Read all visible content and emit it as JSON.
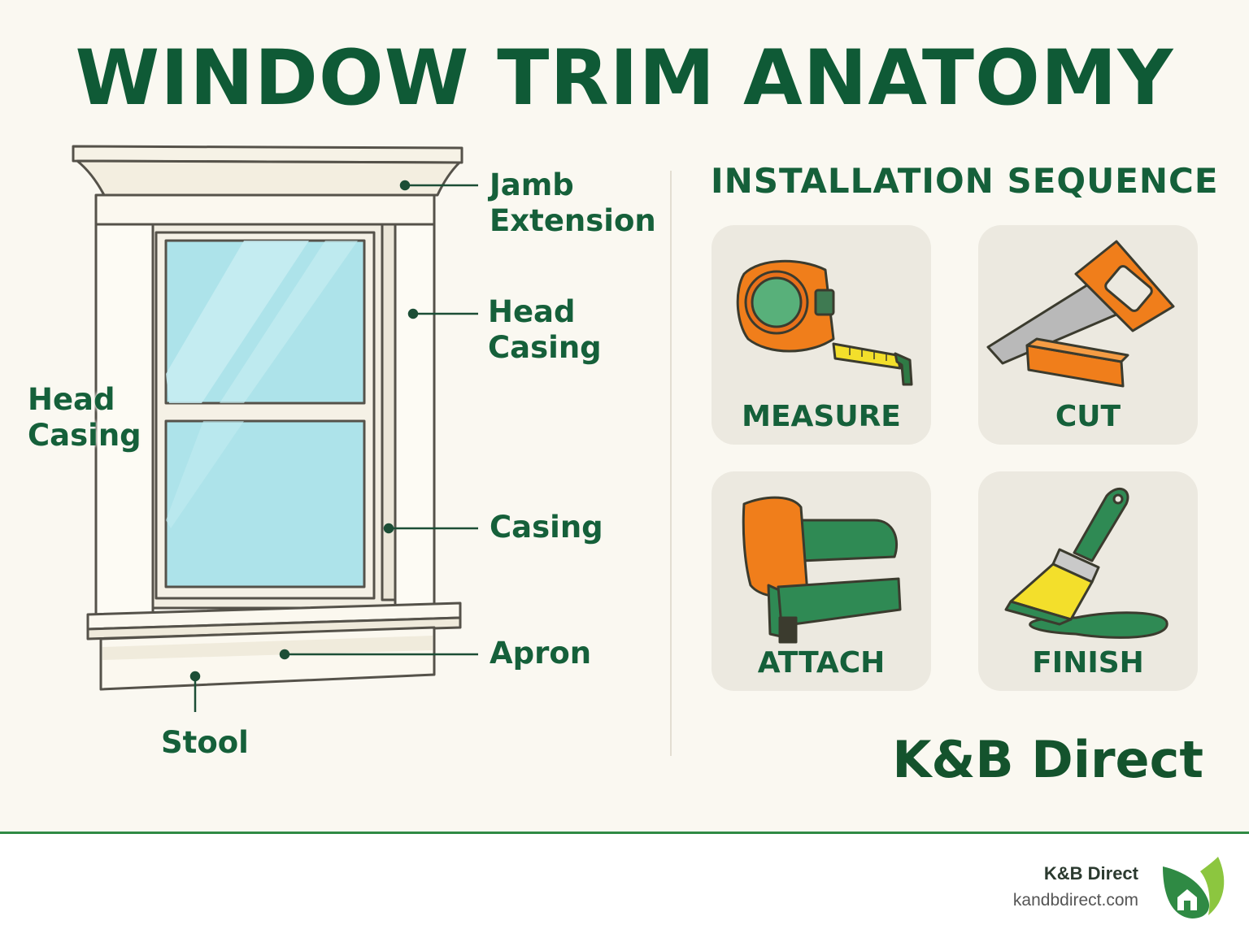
{
  "title": "WINDOW TRIM ANATOMY",
  "anatomy_labels": {
    "jamb_extension": "Jamb\nExtension",
    "head_casing_right": "Head\nCasing",
    "head_casing_left": "Head\nCasing",
    "casing": "Casing",
    "apron": "Apron",
    "stool": "Stool"
  },
  "installation": {
    "title": "INSTALLATION SEQUENCE",
    "steps": [
      {
        "label": "MEASURE",
        "icon": "tape-measure-icon"
      },
      {
        "label": "CUT",
        "icon": "hand-saw-icon"
      },
      {
        "label": "ATTACH",
        "icon": "nail-gun-icon"
      },
      {
        "label": "FINISH",
        "icon": "paint-brush-icon"
      }
    ]
  },
  "brand": "K&B Direct",
  "footer": {
    "name": "K&B Direct",
    "url": "kandbdirect.com",
    "logo_icon": "leaf-house-logo-icon"
  },
  "colors": {
    "brand_green": "#0f5a36",
    "accent_orange": "#f07e1b",
    "glass": "#ade3ea",
    "background": "#faf8f1"
  }
}
